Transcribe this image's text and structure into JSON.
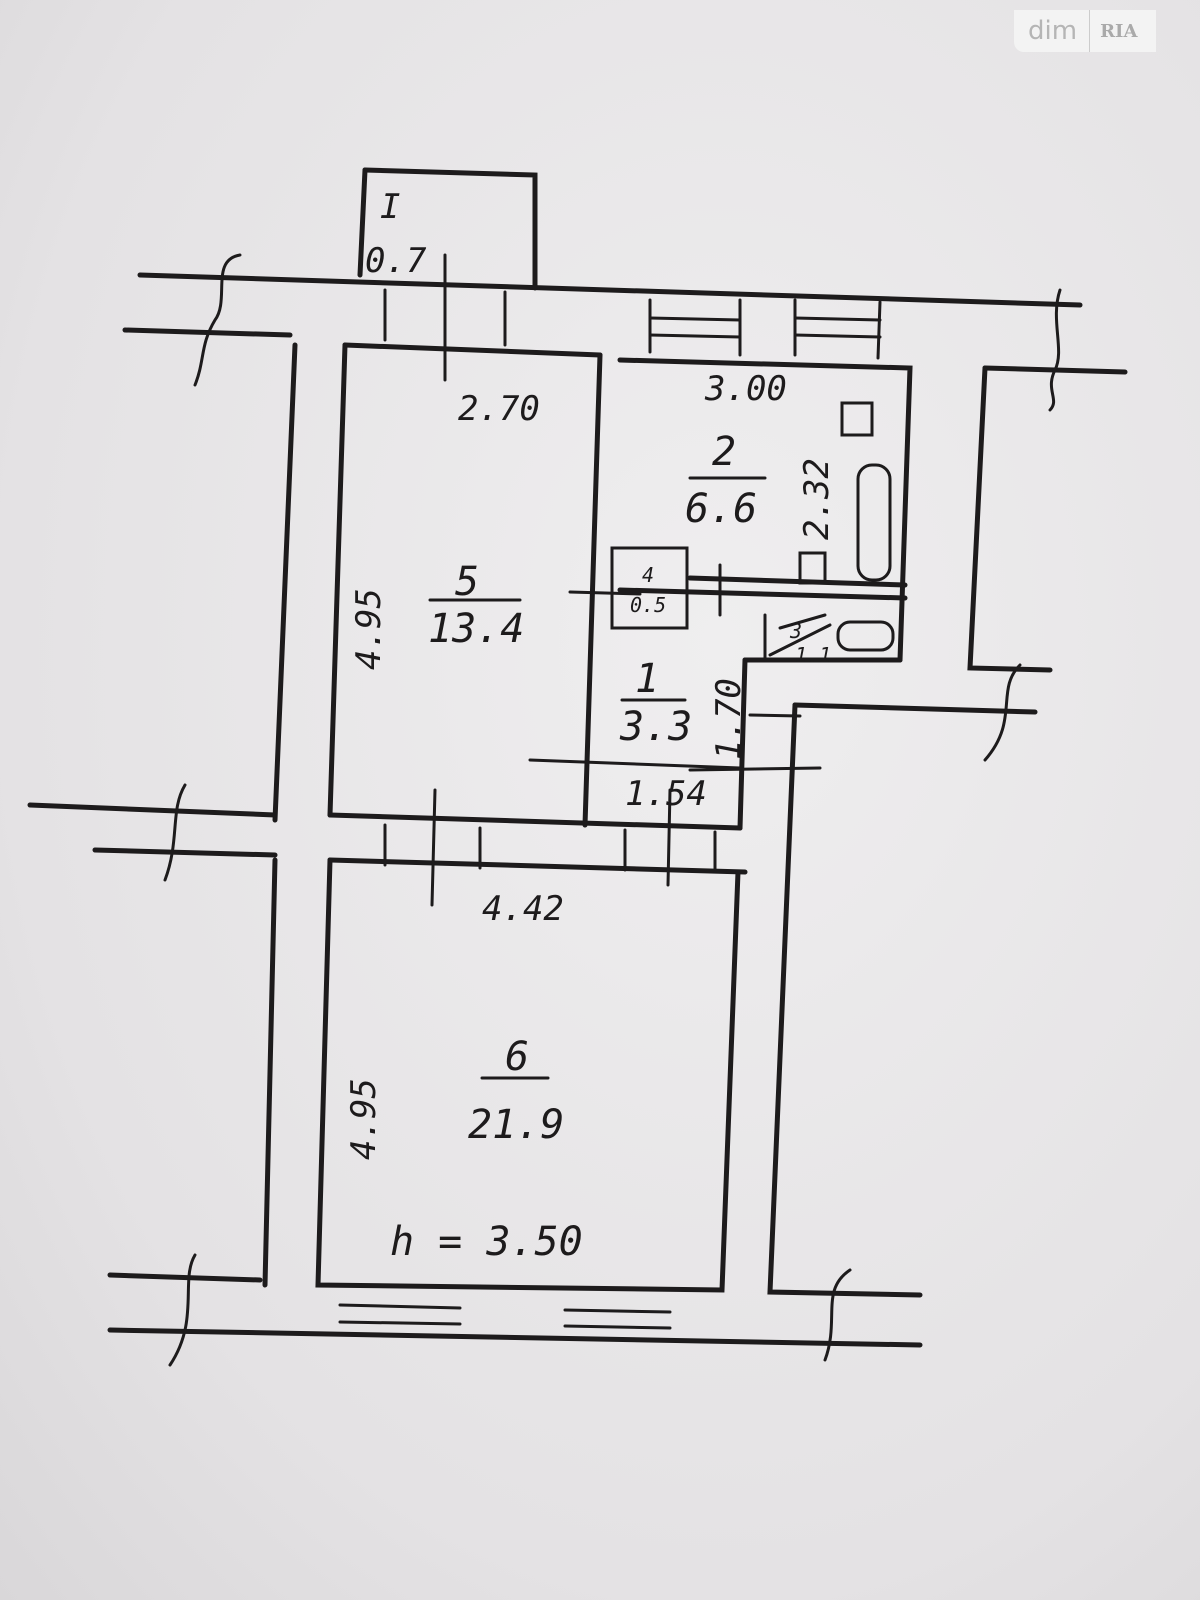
{
  "watermark": {
    "brand_left": "dim",
    "brand_right": "RIA"
  },
  "plan": {
    "ceiling_height": "h = 3.50",
    "rooms": [
      {
        "number": "I",
        "area": "0.7"
      },
      {
        "number": "1",
        "area": "3.3"
      },
      {
        "number": "2",
        "area": "6.6"
      },
      {
        "number": "3",
        "area": "1.1"
      },
      {
        "number": "4",
        "area": "0.5"
      },
      {
        "number": "5",
        "area": "13.4"
      },
      {
        "number": "6",
        "area": "21.9"
      }
    ],
    "dimensions": {
      "room5_width": "2.70",
      "room5_length": "4.95",
      "room2_width": "3.00",
      "room2_length": "2.32",
      "room1_length": "1.70",
      "room1_width": "1.54",
      "room6_width": "4.42",
      "room6_length": "4.95"
    }
  }
}
